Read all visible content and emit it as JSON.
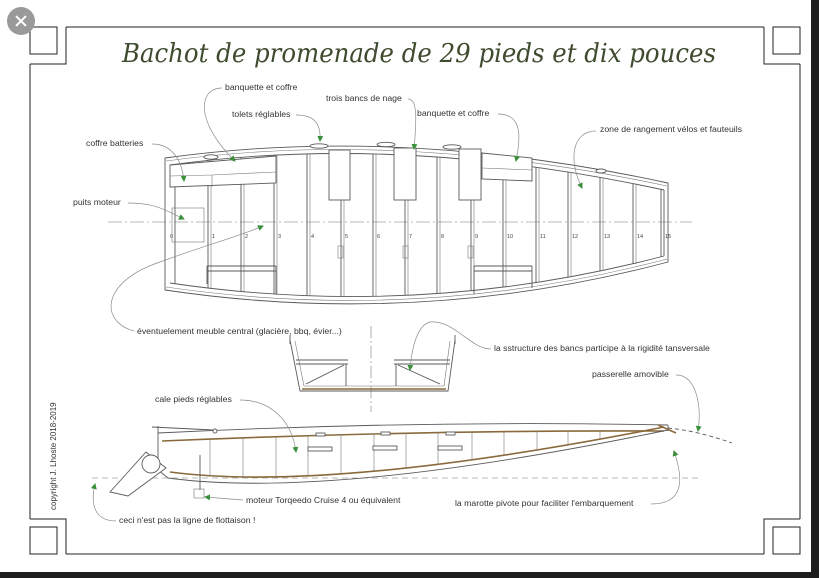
{
  "viewer": {
    "close_icon": "close-icon"
  },
  "title": "Bachot de promenade de 29 pieds et dix pouces",
  "copyright": "copyright J. Lhoste 2018-2019",
  "labels": {
    "banquette_coffre_arriere": "banquette et coffre",
    "trois_bancs": "trois bancs de nage",
    "tolets": "tolets réglables",
    "banquette_coffre_avant": "banquette et coffre",
    "coffre_batteries": "coffre batteries",
    "zone_rangement": "zone de rangement vélos et  fauteuils",
    "puits_moteur": "puits moteur",
    "meuble_central": "éventuelement  meuble central (glacière, bbq, évier...)",
    "structure_bancs": "la sstructure des bancs participe à la rigidité tansversale",
    "passerelle": "passerelle amovible",
    "cale_pieds": "cale pieds réglables",
    "moteur": "moteur Torqeedo Cruise 4 ou équivalent",
    "marotte": "la marotte pivote pour faciliter l'embarquement",
    "flottaison": "ceci n'est pas la ligne de flottaison !"
  },
  "frame_numbers": [
    "0",
    "1",
    "2",
    "3",
    "4",
    "5",
    "6",
    "7",
    "8",
    "9",
    "10",
    "11",
    "12",
    "13",
    "14",
    "15"
  ],
  "colors": {
    "title": "#3e4b2f",
    "callout_arrow": "#3a8f3a",
    "hull_line": "#5a5a5a",
    "wood": "#8a6a3c"
  }
}
